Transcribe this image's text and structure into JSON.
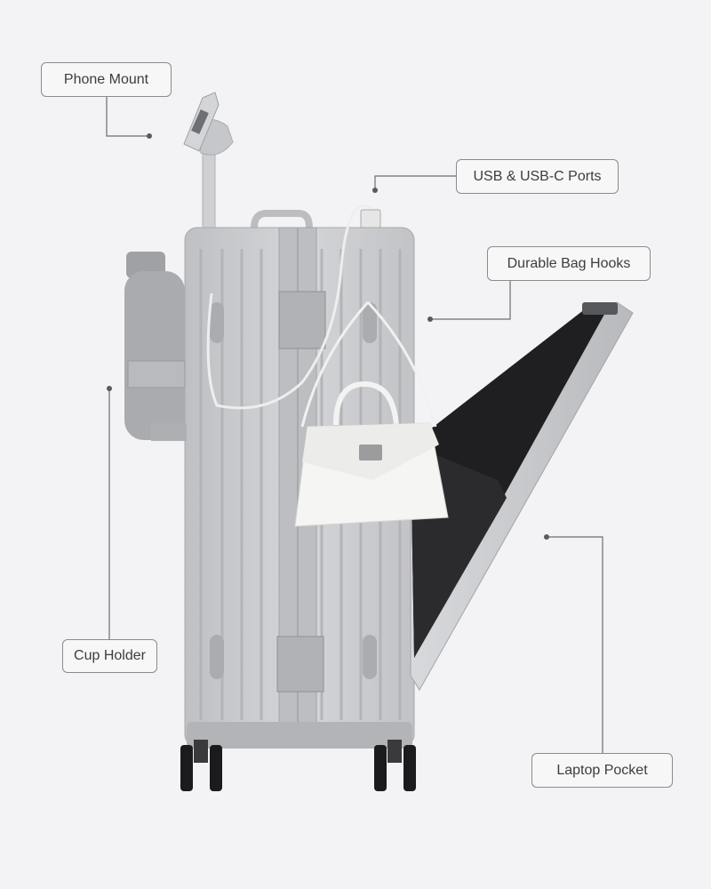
{
  "callouts": {
    "phone_mount": "Phone Mount",
    "usb_ports": "USB & USB-C Ports",
    "bag_hooks": "Durable Bag Hooks",
    "cup_holder": "Cup Holder",
    "laptop_pocket": "Laptop Pocket"
  },
  "colors": {
    "background": "#f3f3f5",
    "shell": "#c9cacd",
    "frame": "#b9babd",
    "leader_line": "#6d6d70",
    "wheels": "#1b1b1d",
    "pocket_interior": "#1f1f21"
  }
}
